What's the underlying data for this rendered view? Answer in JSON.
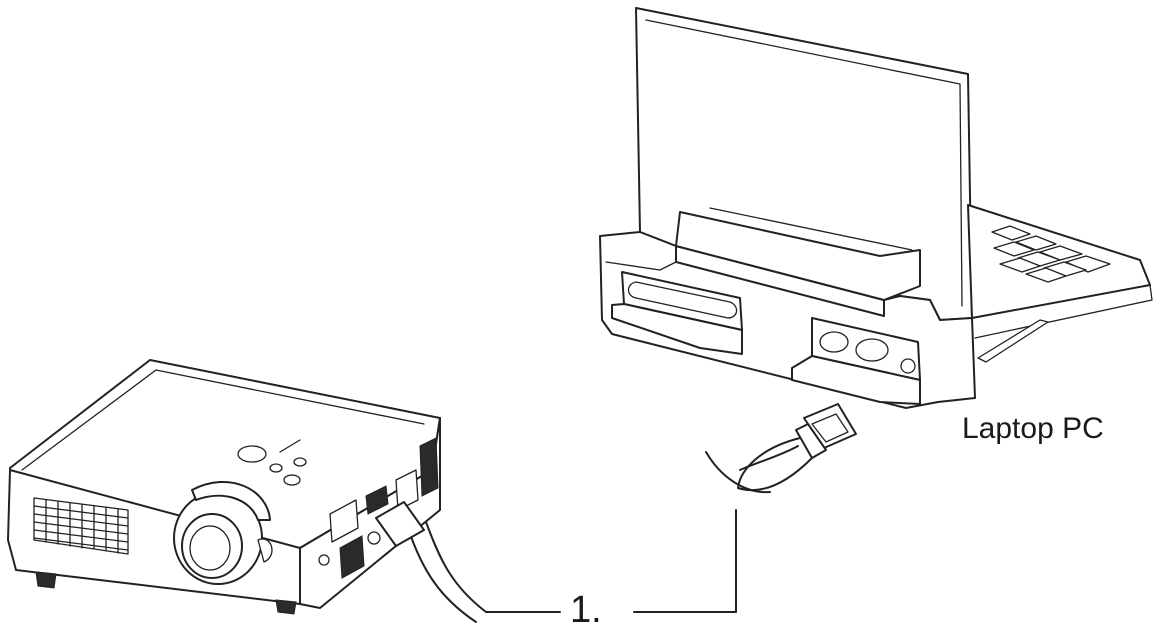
{
  "labels": {
    "laptop": "Laptop PC",
    "step": "1."
  },
  "icons": {
    "projector": "projector-illustration",
    "laptop": "laptop-illustration",
    "cable": "vga-cable"
  },
  "colors": {
    "line": "#222222",
    "background": "#ffffff"
  }
}
